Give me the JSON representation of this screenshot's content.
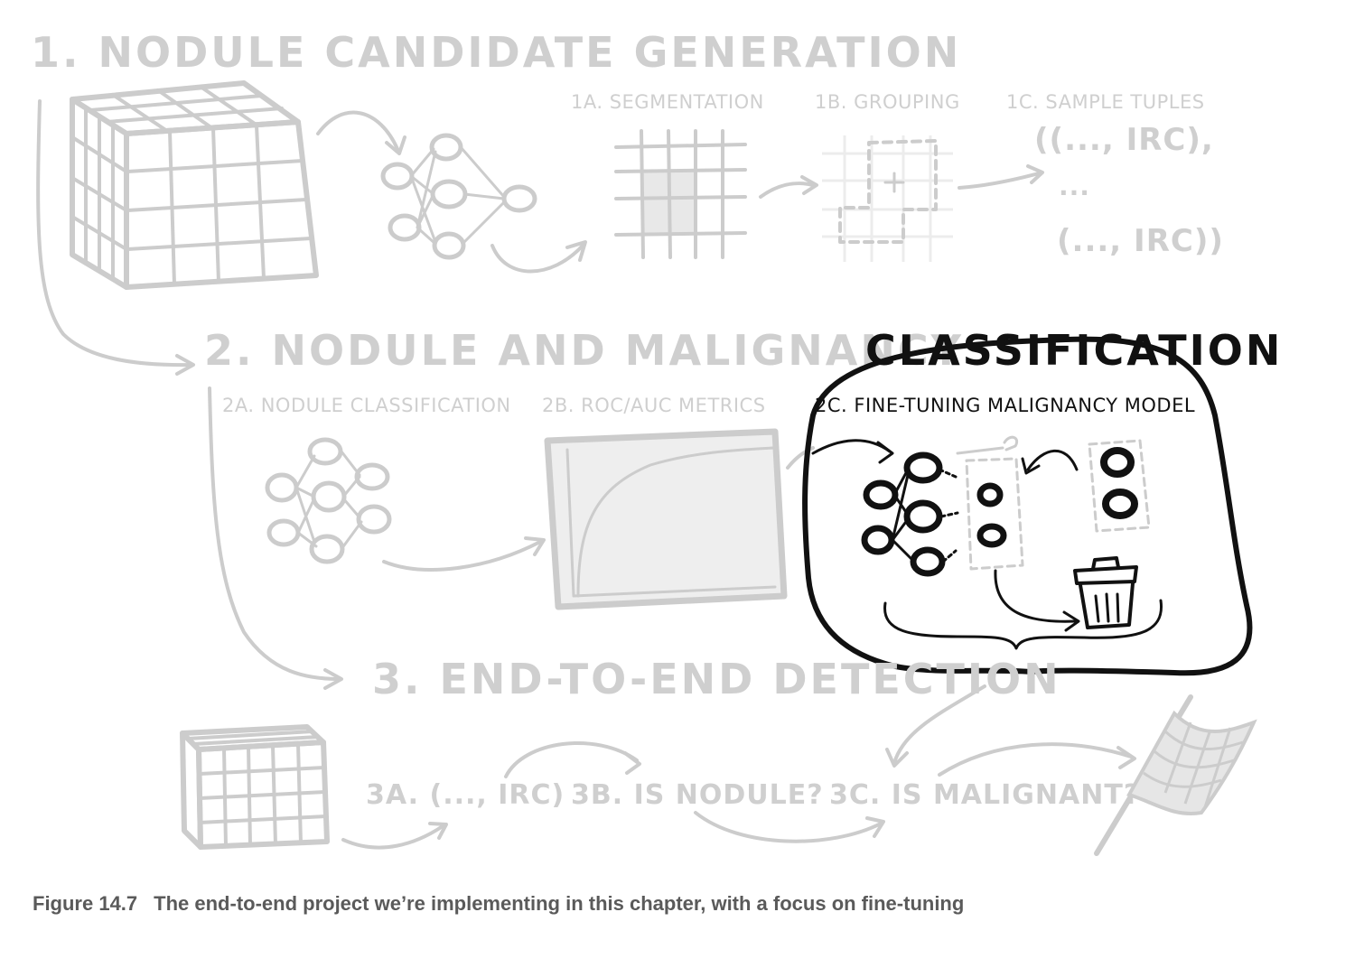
{
  "section1": {
    "title": "1. NODULE CANDIDATE GENERATION",
    "sub_a": "1A. SEGMENTATION",
    "sub_b": "1B. GROUPING",
    "sub_c": "1C. SAMPLE TUPLES",
    "tuple_line1": "((..., IRC),",
    "tuple_line2": "...",
    "tuple_line3": "(..., IRC))"
  },
  "section2": {
    "title_faded": "2. NODULE AND MALIGNANCY",
    "title_highlight": "CLASSIFICATION",
    "sub_a": "2A. NODULE CLASSIFICATION",
    "sub_b": "2B. ROC/AUC METRICS",
    "sub_c": "2C. FINE-TUNING MALIGNANCY MODEL"
  },
  "section3": {
    "title": "3. END-TO-END DETECTION",
    "sub_a": "3A. (..., IRC)",
    "sub_b": "3B. IS NODULE?",
    "sub_c": "3C. IS MALIGNANT?"
  },
  "icons": [
    "ct-volume-icon",
    "neural-network-icon",
    "segmentation-grid-icon",
    "grouping-grid-icon",
    "roc-curve-icon",
    "trash-can-icon",
    "checkered-flag-icon"
  ],
  "colors": {
    "faded": "#cfcfcf",
    "highlight": "#111111",
    "caption": "#5a5a5a"
  },
  "caption": {
    "label": "Figure 14.7",
    "text": "The end-to-end project we’re implementing in this chapter, with a focus on fine-tuning"
  }
}
